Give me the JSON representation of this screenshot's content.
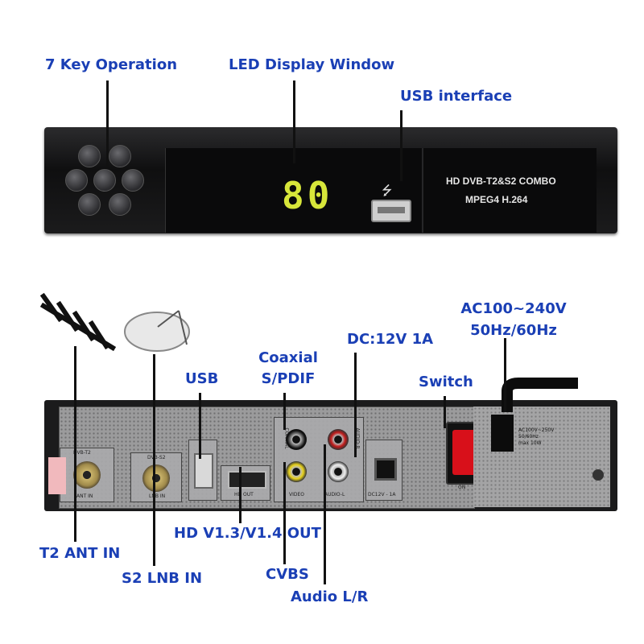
{
  "front": {
    "led_display": "80",
    "model_line1": "HD DVB-T2&S2 COMBO",
    "model_line2": "MPEG4 H.264"
  },
  "rear": {
    "port_labels": {
      "dvb_t2": "DVB-T2",
      "ant_in": "ANT IN",
      "dvb_s2": "DVB-S2",
      "lnb_in": "LNB IN",
      "hd_out": "HD OUT",
      "coaxial": "COAXIAL",
      "video": "VIDEO",
      "audio_r": "AUDIO-R",
      "audio_l": "AUDIO-L",
      "dc_in": "DC12V - 1A",
      "on": "ON",
      "ratings_line1": "AC100V~250V",
      "ratings_line2": "50/60Hz",
      "ratings_line3": "max 10W"
    }
  },
  "callouts": {
    "key_operation": "7 Key Operation",
    "led_display_window": "LED Display Window",
    "usb_interface": "USB interface",
    "coaxial_line1": "Coaxial",
    "coaxial_line2": "S/PDIF",
    "usb": "USB",
    "dc": "DC:12V 1A",
    "ac_line1": "AC100~240V",
    "ac_line2": "50Hz/60Hz",
    "switch": "Switch",
    "t2_ant_in": "T2 ANT IN",
    "s2_lnb_in": "S2 LNB IN",
    "hd_out": "HD V1.3/V1.4 OUT",
    "cvbs": "CVBS",
    "audio_lr": "Audio L/R"
  },
  "colors": {
    "callout_text": "#1a3fb5",
    "led": "#d7e63a",
    "power_switch": "#d8101a"
  }
}
